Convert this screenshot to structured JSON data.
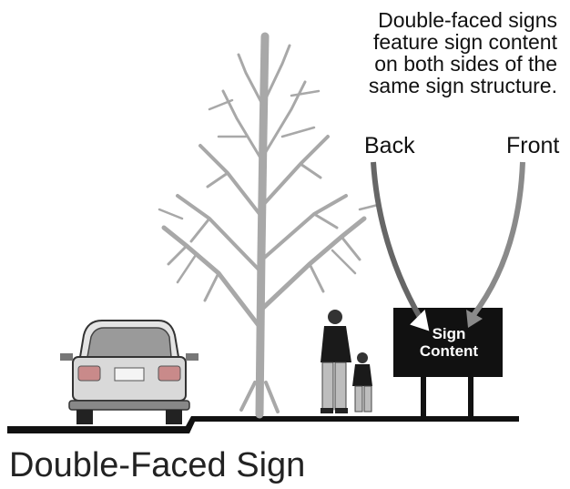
{
  "caption": {
    "lines": [
      "Double-faced signs",
      "feature sign content",
      "on both sides of the",
      "same sign structure."
    ]
  },
  "labels": {
    "back": "Back",
    "front": "Front"
  },
  "sign": {
    "lines": [
      "Sign",
      "Content"
    ]
  },
  "title": "Double-Faced Sign",
  "colors": {
    "ground": "#111111",
    "tree": "#a8a8a8",
    "back_arrow": "#666666",
    "front_arrow": "#8a8a8a",
    "sign_panel": "#111111",
    "car_body": "#d9d9d9",
    "tail_light": "#c98a8a"
  }
}
